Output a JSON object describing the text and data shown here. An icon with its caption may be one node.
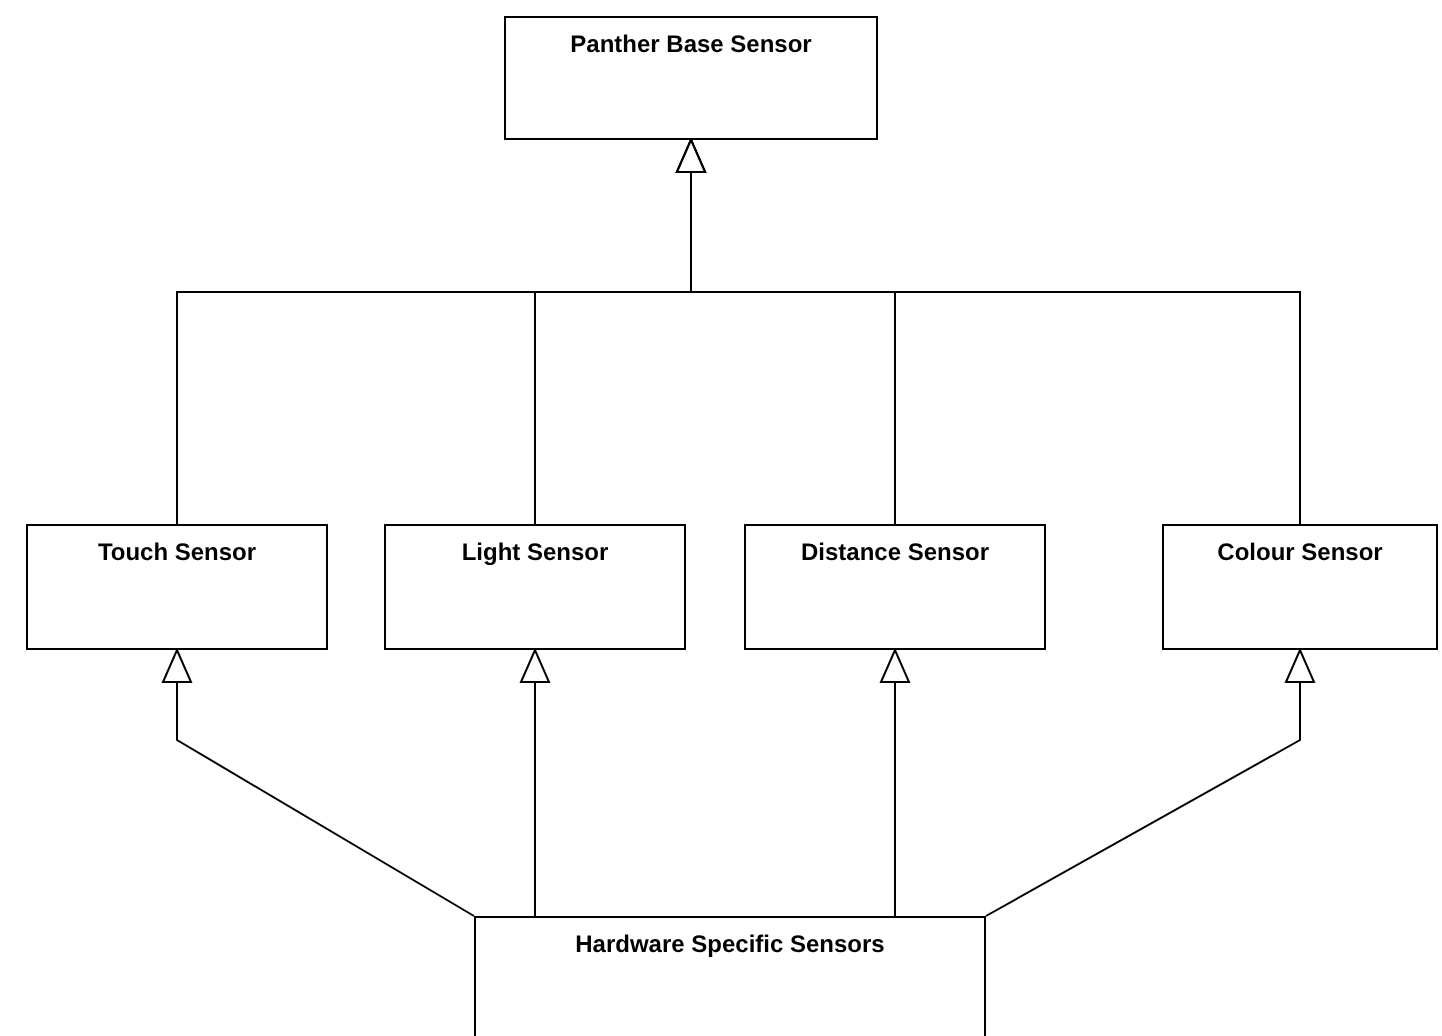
{
  "diagram": {
    "nodes": [
      {
        "text": [
          "Panther Base Sensor"
        ]
      },
      {
        "text": [
          "Touch Sensor"
        ]
      },
      {
        "text": [
          "Light Sensor"
        ]
      },
      {
        "text": [
          "Distance Sensor"
        ]
      },
      {
        "text": [
          "Colour Sensor"
        ]
      },
      {
        "text": [
          "Hardware Specific Sensors"
        ]
      }
    ],
    "edges": [
      {
        "from": 1,
        "to": 0,
        "arrow": "to"
      },
      {
        "from": 2,
        "to": 0,
        "arrow": "to"
      },
      {
        "from": 3,
        "to": 0,
        "arrow": "to"
      },
      {
        "from": 4,
        "to": 0,
        "arrow": "to"
      },
      {
        "from": 5,
        "to": 1,
        "arrow": "to"
      },
      {
        "from": 5,
        "to": 2,
        "arrow": "to"
      },
      {
        "from": 5,
        "to": 3,
        "arrow": "to"
      },
      {
        "from": 5,
        "to": 4,
        "arrow": "to"
      }
    ]
  }
}
